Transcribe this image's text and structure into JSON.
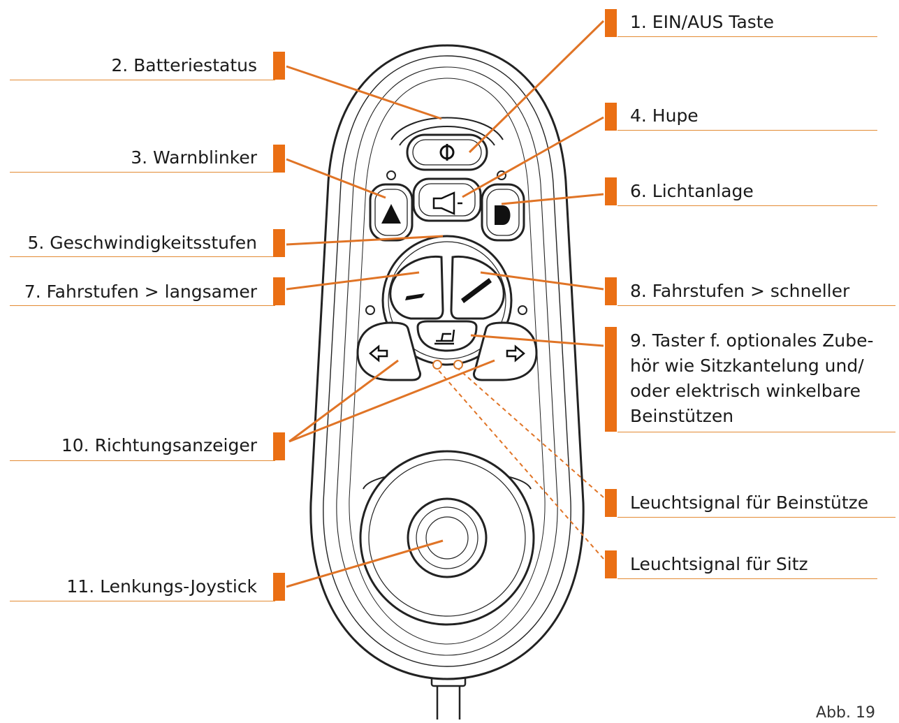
{
  "colors": {
    "accent": "#ea6f14",
    "underline": "#e38a33",
    "outline": "#222222"
  },
  "labels": {
    "l1": "1. EIN/AUS Taste",
    "l2": "2. Batteriestatus",
    "l3": "3. Warnblinker",
    "l4": "4. Hupe",
    "l5": "5. Geschwindigkeitsstufen",
    "l6": "6. Lichtanlage",
    "l7": "7. Fahrstufen > langsamer",
    "l8": "8. Fahrstufen > schneller",
    "l9": [
      "9. Taster f. optionales Zube-",
      "hör wie Sitzkantelung und/",
      "oder elektrisch winkelbare",
      "Beinstützen"
    ],
    "l10": "10. Richtungsanzeiger",
    "l11": "11. Lenkungs-Joystick",
    "led_leg": "Leuchtsignal für Beinstütze",
    "led_seat": "Leuchtsignal für Sitz"
  },
  "figure_caption": "Abb. 19",
  "icons": [
    "power-icon",
    "horn-icon",
    "hazard-triangle-icon",
    "headlight-icon",
    "speed-slow-icon",
    "speed-fast-icon",
    "seat-icon",
    "arrow-left-icon",
    "arrow-right-icon",
    "joystick-icon"
  ]
}
